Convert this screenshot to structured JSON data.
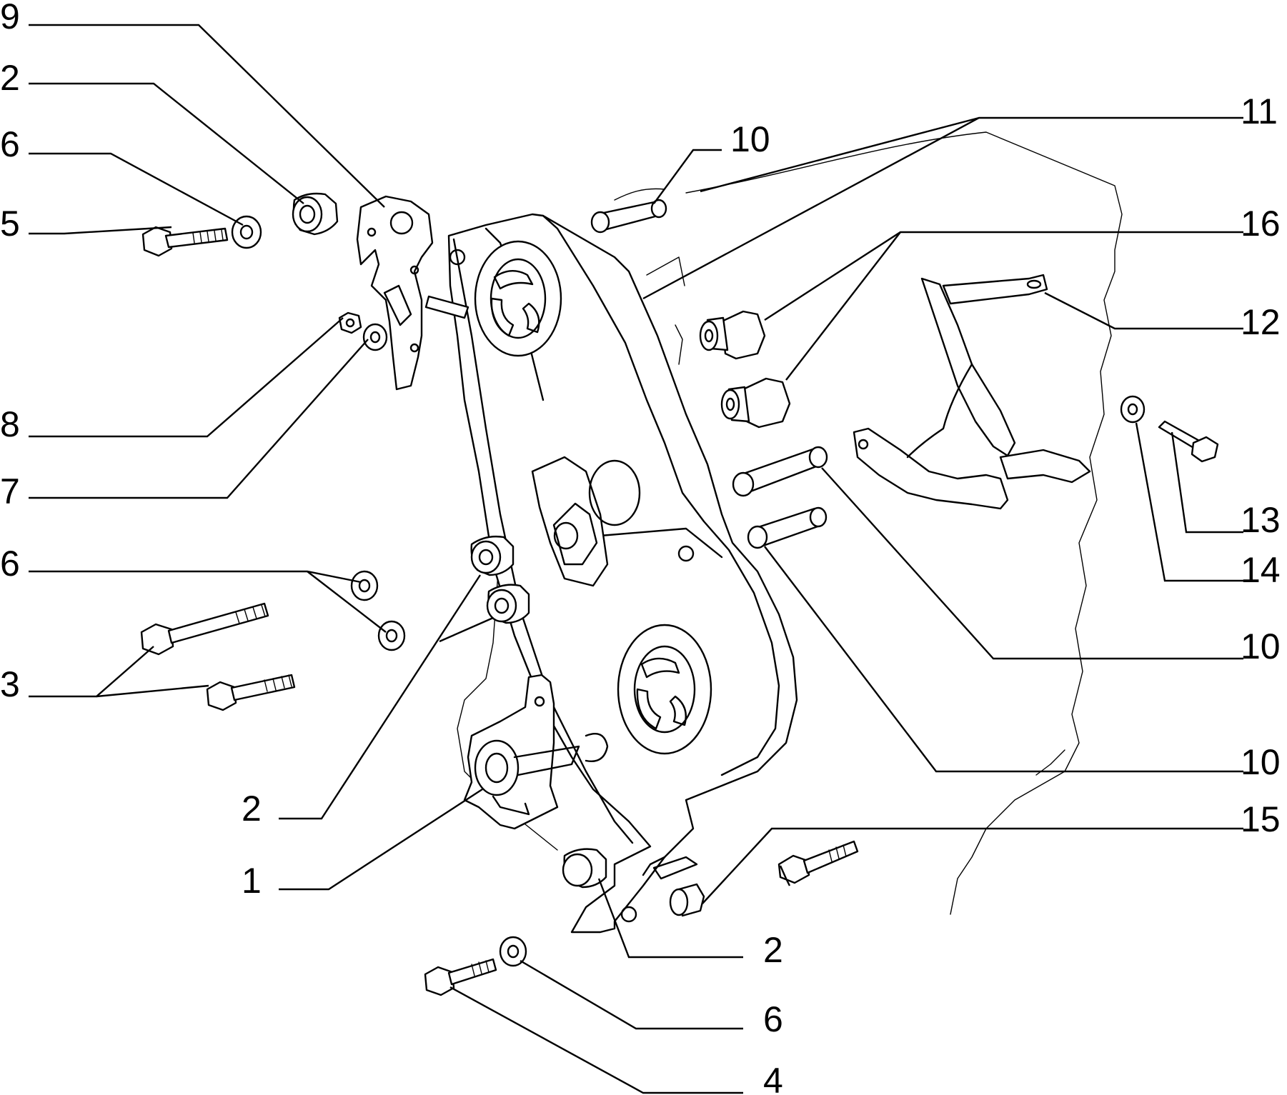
{
  "labels": {
    "l9": "9",
    "l2a": "2",
    "l6a": "6",
    "l5": "5",
    "l8": "8",
    "l7": "7",
    "l6b": "6",
    "l3": "3",
    "l2b": "2",
    "l1": "1",
    "l10a": "10",
    "l11": "11",
    "l16": "16",
    "l12": "12",
    "l13": "13",
    "l14": "14",
    "l10b": "10",
    "l10c": "10",
    "l15": "15",
    "l2c": "2",
    "l6c": "6",
    "l4": "4"
  }
}
